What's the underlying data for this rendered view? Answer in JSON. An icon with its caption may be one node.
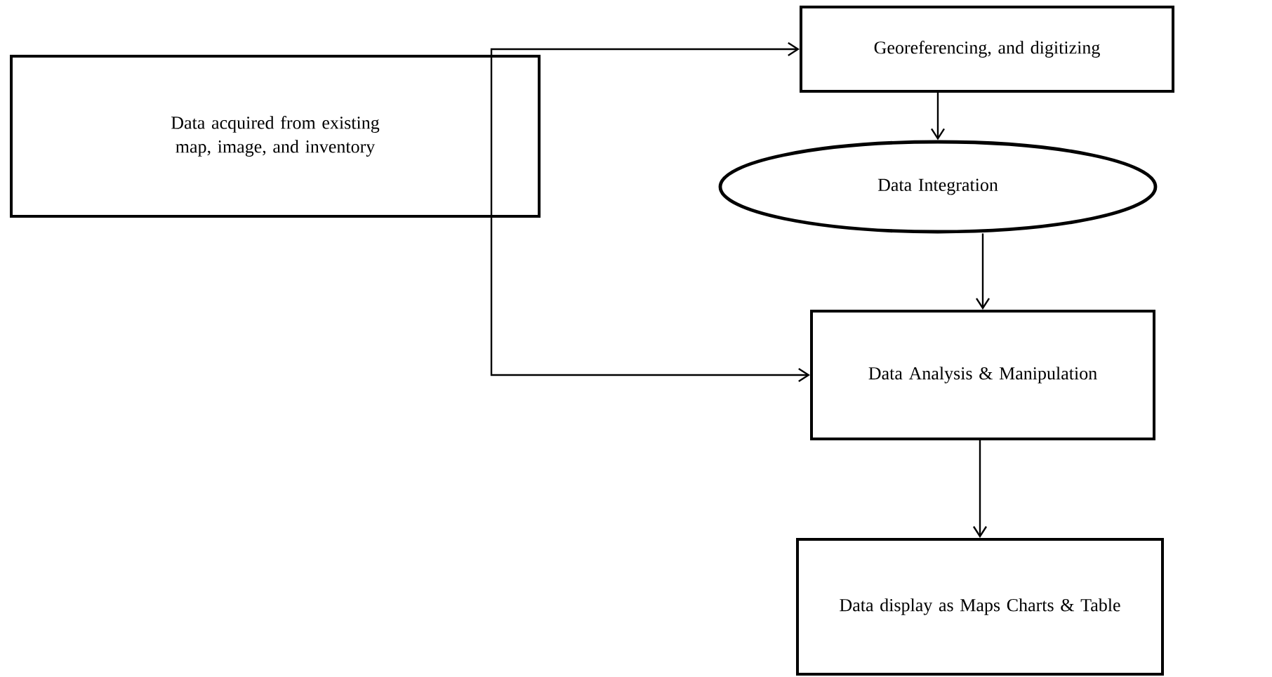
{
  "diagram": {
    "nodes": [
      {
        "text": [
          "Data acquired from existing map, image, and inventory"
        ]
      },
      {
        "text": [
          "Georeferencing, and digitizing"
        ]
      },
      {
        "text": [
          "Data Integration"
        ]
      },
      {
        "text": [
          "Data Analysis & Manipulation"
        ]
      },
      {
        "text": [
          "Data display as Maps Charts & Table"
        ]
      }
    ],
    "edges": [
      {
        "from": 0,
        "to": 1,
        "arrow": "to"
      },
      {
        "from": 0,
        "to": 3,
        "arrow": "to"
      },
      {
        "from": 1,
        "to": 2,
        "arrow": "to"
      },
      {
        "from": 2,
        "to": 3,
        "arrow": "to"
      },
      {
        "from": 3,
        "to": 4,
        "arrow": "to"
      }
    ]
  }
}
